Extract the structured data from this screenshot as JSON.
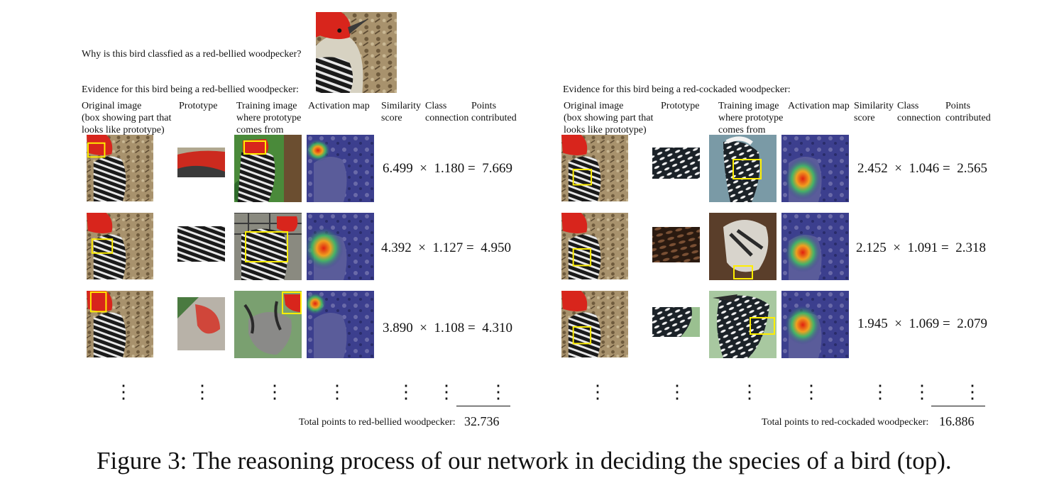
{
  "question": "Why is this bird classfied as a red-bellied woodpecker?",
  "panels": [
    {
      "id": "left",
      "evidence_title": "Evidence for this bird being a red-bellied woodpecker:",
      "headers": {
        "original": "Original image\n(box showing part that\nlooks like prototype)",
        "prototype": "Prototype",
        "training": "Training image\nwhere prototype\ncomes from",
        "activation": "Activation map",
        "similarity": "Similarity\nscore",
        "class": "Class\nconnection",
        "points": "Points\ncontributed"
      },
      "rows": [
        {
          "similarity": "6.499",
          "op1": "×",
          "connection": "1.180",
          "op2": "=",
          "points": "7.669"
        },
        {
          "similarity": "4.392",
          "op1": "×",
          "connection": "1.127",
          "op2": "=",
          "points": "4.950"
        },
        {
          "similarity": "3.890",
          "op1": "×",
          "connection": "1.108",
          "op2": "=",
          "points": "4.310"
        }
      ],
      "ellipsis": "⋮",
      "total_label": "Total points to red-bellied woodpecker:",
      "total_value": "32.736"
    },
    {
      "id": "right",
      "evidence_title": "Evidence for this bird being a red-cockaded woodpecker:",
      "headers": {
        "original": "Original image\n(box showing part that\nlooks like prototype)",
        "prototype": "Prototype",
        "training": "Training image\nwhere prototype\ncomes from",
        "activation": "Activation map",
        "similarity": "Similarity\nscore",
        "class": "Class\nconnection",
        "points": "Points\ncontributed"
      },
      "rows": [
        {
          "similarity": "2.452",
          "op1": "×",
          "connection": "1.046",
          "op2": "=",
          "points": "2.565"
        },
        {
          "similarity": "2.125",
          "op1": "×",
          "connection": "1.091",
          "op2": "=",
          "points": "2.318"
        },
        {
          "similarity": "1.945",
          "op1": "×",
          "connection": "1.069",
          "op2": "=",
          "points": "2.079"
        }
      ],
      "ellipsis": "⋮",
      "total_label": "Total points to red-cockaded woodpecker:",
      "total_value": "16.886"
    }
  ],
  "caption": "Figure 3: The reasoning process of our network in deciding the species of a bird (top).",
  "colors": {
    "highlight_box": "#ffee00",
    "bark": "#a8926d",
    "red_cap": "#d8251c",
    "activation_bg": "#3c3f8e",
    "heat_red": "#e02010"
  }
}
